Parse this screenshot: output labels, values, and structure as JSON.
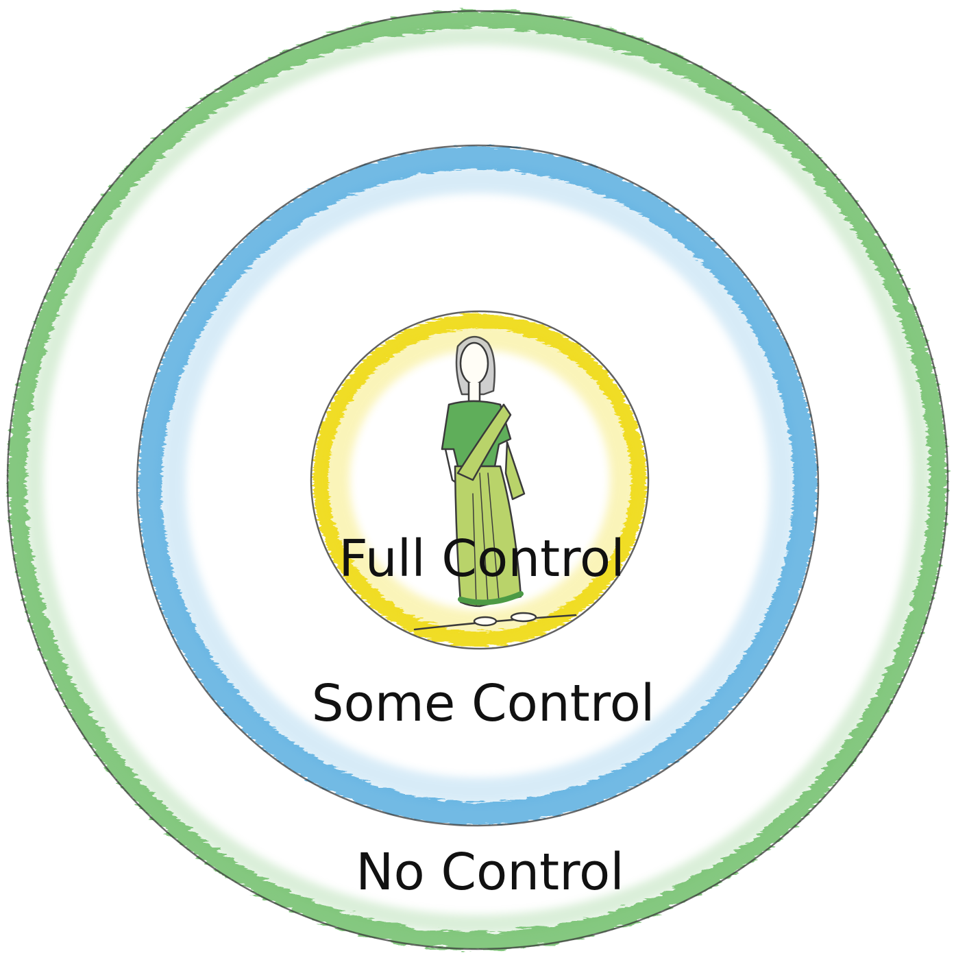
{
  "diagram": {
    "rings": [
      {
        "id": "outer",
        "label": "No Control",
        "color": "#6fbf6a"
      },
      {
        "id": "middle",
        "label": "Some Control",
        "color": "#4fa9de"
      },
      {
        "id": "inner",
        "label": "Full Control",
        "color": "#f0dc1a"
      }
    ],
    "center_figure": "woman-in-sari",
    "colors": {
      "outline": "#3a3a3a",
      "sari": "#b9d36a",
      "blouse": "#5fae5a",
      "sari_border": "#4c9a45",
      "skin": "#fffdf6"
    }
  }
}
